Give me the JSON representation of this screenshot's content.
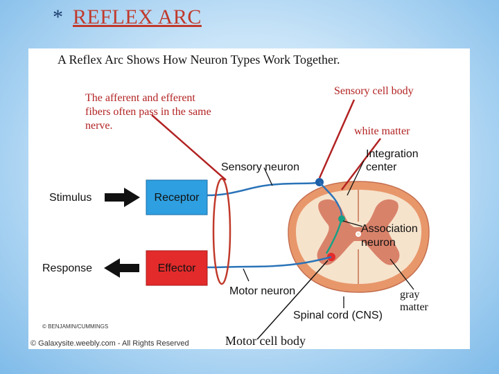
{
  "slide": {
    "bullet": "*",
    "title": "REFLEX ARC"
  },
  "diagram": {
    "heading": "A Reflex Arc Shows How Neuron Types Work Together.",
    "note_lines": [
      "The afferent and efferent",
      "fibers often pass in the same",
      "nerve."
    ],
    "sensory_cell_body": "Sensory cell body",
    "white_matter": "white matter",
    "sensory_neuron": "Sensory neuron",
    "integration_center": [
      "Integration",
      "center"
    ],
    "stimulus": "Stimulus",
    "receptor": "Receptor",
    "association_neuron": [
      "Association",
      "neuron"
    ],
    "response": "Response",
    "effector": "Effector",
    "motor_neuron": "Motor neuron",
    "spinal_cord": "Spinal cord (CNS)",
    "publisher": "© BENJAMIN/CUMMINGS",
    "copyright": "© Galaxysite.weebly.com - All Rights Reserved",
    "motor_cell_body": "Motor cell body",
    "gray_matter": "gray matter"
  },
  "colors": {
    "title_red": "#c0392b",
    "annotation_red": "#b22222",
    "box_blue": "#2e9fe0",
    "box_red": "#e32b2b",
    "cord_outer": "#e8976b",
    "cord_inner": "#f6e3cc",
    "gray_matter_fill": "#d9826a",
    "nerve_blue": "#2a73b8"
  }
}
